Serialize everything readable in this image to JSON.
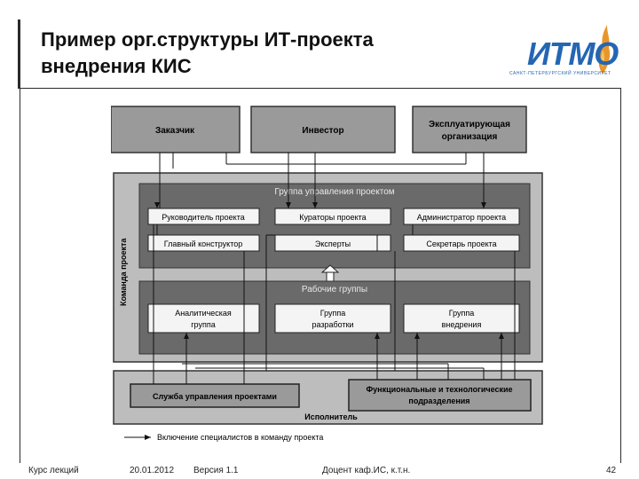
{
  "slide": {
    "title_line1": "Пример орг.структуры ИТ-проекта",
    "title_line2": "внедрения КИС"
  },
  "logo": {
    "text": "ИТМО",
    "subtitle": "САНКТ-ПЕТЕРБУРГСКИЙ УНИВЕРСИТЕТ"
  },
  "diagram": {
    "top_boxes": [
      "Заказчик",
      "Инвестор",
      "Эксплуатирующая",
      "организация"
    ],
    "team_label": "Команда проекта",
    "mgmt_group_label": "Группа управления проектом",
    "mgmt_roles": [
      "Руководитель проекта",
      "Кураторы проекта",
      "Администратор проекта",
      "Главный конструктор",
      "Эксперты",
      "Секретарь проекта"
    ],
    "work_group_label": "Рабочие группы",
    "work_groups": [
      "Аналитическая",
      "группа",
      "Группа",
      "разработки",
      "Группа",
      "внедрения"
    ],
    "executor_units": [
      "Служба управления проектами",
      "Функциональные и технологические",
      "подразделения"
    ],
    "executor_label": "Исполнитель",
    "legend": "Включение специалистов в команду проекта"
  },
  "footer": {
    "course": "Курс лекций",
    "date": "20.01.2012",
    "version": "Версия 1.1",
    "author": "Доцент каф.ИС, к.т.н.",
    "page": "42"
  },
  "colors": {
    "logo_blue": "#2466b4",
    "logo_orange": "#e8962a",
    "dark_band": "#6a6a6a",
    "light_band": "#d4d4d4"
  }
}
